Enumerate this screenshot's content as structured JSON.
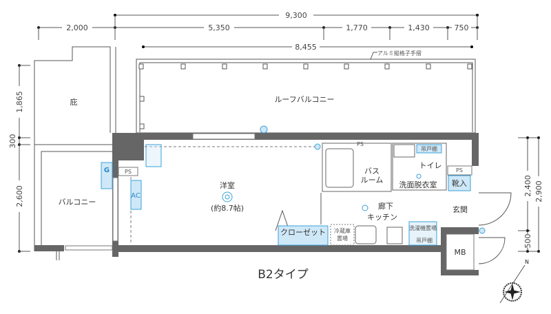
{
  "dimensions": {
    "top_total": "9,300",
    "top_segments": [
      "2,000",
      "5,350",
      "1,770",
      "1,430",
      "750"
    ],
    "railing_span": "8,455",
    "left_segments": [
      "1,865",
      "300",
      "2,600"
    ],
    "right_inner": [
      "2,400",
      "500"
    ],
    "right_total": "2,900"
  },
  "annotations": {
    "railing": "アルミ縦格子手摺"
  },
  "rooms": {
    "eaves": "庇",
    "balcony": "バルコニー",
    "roof_balcony": "ルーフバルコニー",
    "western_room": "洋室",
    "western_room_size": "(約8.7帖)",
    "bath_line1": "バス",
    "bath_line2": "ルーム",
    "washroom": "洗面脱衣室",
    "toilet": "トイレ",
    "wall_cabinet": "吊戸棚",
    "wall_cabinet2": "吊戸棚",
    "shoe_box": "靴入",
    "entrance": "玄関",
    "corridor": "廊下",
    "kitchen": "キッチン",
    "closet": "クローゼット",
    "fridge_line1": "冷蔵庫",
    "fridge_line2": "置場",
    "washer": "洗濯機置場",
    "meter_box": "MB",
    "pipe_space": "PS",
    "aircon": "AC",
    "gas": "G"
  },
  "plan_type": "B2タイプ",
  "compass": {
    "north": "N"
  },
  "colors": {
    "wall": "#666666",
    "fixture_fill": "#cfe8f7",
    "fixture_stroke": "#3aa0d8"
  }
}
